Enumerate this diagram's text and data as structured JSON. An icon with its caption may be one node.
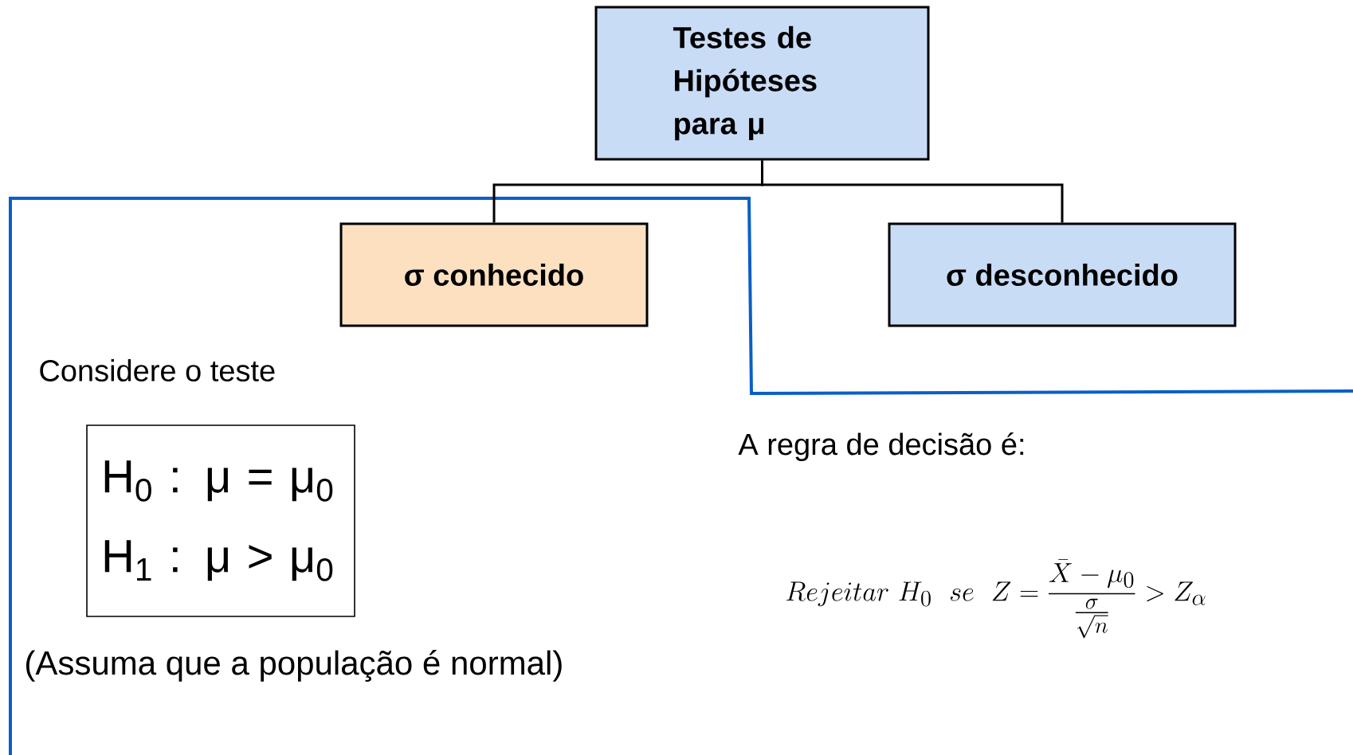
{
  "diagram": {
    "nodes": [
      {
        "text": [
          "Testes de Hipóteses para μ"
        ]
      },
      {
        "text": [
          "σ conhecido"
        ]
      },
      {
        "text": [
          "σ desconhecido"
        ]
      },
      {
        "text": [
          "H$_{0}$ : μ = μ$_{0}$",
          "H$_{1}$ : μ > μ$_{0}$"
        ]
      }
    ],
    "edges": [
      {
        "from": 0,
        "to": 1,
        "arrow": "none"
      },
      {
        "from": 0,
        "to": 2,
        "arrow": "none"
      }
    ],
    "labels": [
      "Considere o teste",
      "(Assuma que a população é normal)",
      "A regra de decisão é:",
      "Rejeitar\\ H_0\\ \\ se\\ \\ Z=\\frac{\\bar{X}-\\mu_0}{\\frac{\\sigma}{\\sqrt{n}}}>Z_\\alpha"
    ]
  }
}
